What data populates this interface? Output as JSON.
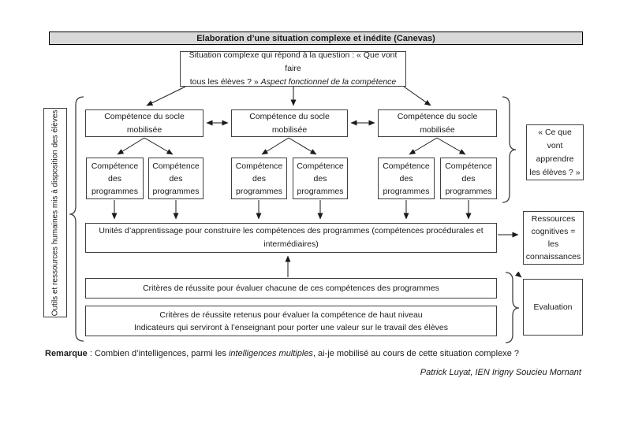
{
  "colors": {
    "title_bg": "#d9d9d9",
    "line": "#3f3f3f",
    "text": "#1a1a1a"
  },
  "title_bar": {
    "label": "Elaboration d’une situation complexe et inédite (Canevas)"
  },
  "situation_box": {
    "line1": "Situation complexe qui répond à la question : « Que vont faire",
    "line2_prefix": "tous les élèves ? » ",
    "line2_italic": "Aspect fonctionnel de la compétence"
  },
  "socle_boxes": [
    {
      "line1": "Compétence du socle",
      "line2": "mobilisée"
    },
    {
      "line1": "Compétence du socle",
      "line2": "mobilisée"
    },
    {
      "line1": "Compétence du socle",
      "line2": "mobilisée"
    }
  ],
  "programme_boxes": [
    {
      "line1": "Compétence",
      "line2": "des",
      "line3": "programmes"
    },
    {
      "line1": "Compétence",
      "line2": "des",
      "line3": "programmes"
    },
    {
      "line1": "Compétence",
      "line2": "des",
      "line3": "programmes"
    },
    {
      "line1": "Compétence",
      "line2": "des",
      "line3": "programmes"
    },
    {
      "line1": "Compétence",
      "line2": "des",
      "line3": "programmes"
    },
    {
      "line1": "Compétence",
      "line2": "des",
      "line3": "programmes"
    }
  ],
  "unites_box": {
    "line1": "Unités d’apprentissage pour construire les compétences des programmes (compétences procédurales et",
    "line2": "intermédiaires)"
  },
  "criteres_box_1": {
    "text": "Critères de réussite pour évaluer chacune de ces compétences des programmes"
  },
  "criteres_box_2": {
    "line1": "Critères de réussite retenus pour évaluer la compétence de haut niveau",
    "line2": "Indicateurs qui serviront à l’enseignant pour porter une valeur sur le travail des élèves"
  },
  "outils_box": {
    "text": "Outils et ressources humaines mis à disposition des élèves"
  },
  "ce_que_box": {
    "line1": "« Ce que",
    "line2": "vont",
    "line3": "apprendre",
    "line4": "les élèves ? »"
  },
  "ressources_box": {
    "line1": "Ressources",
    "line2": "cognitives =",
    "line3": "les",
    "line4": "connaissances"
  },
  "evaluation_box": {
    "label": "Evaluation"
  },
  "remarque": {
    "label": "Remarque",
    "text_before_italic": " : Combien d’intelligences, parmi les ",
    "italic": "intelligences multiples",
    "text_after_italic": ", ai-je mobilisé au cours de cette situation complexe ?"
  },
  "signature": {
    "text": "Patrick Luyat, IEN Irigny Soucieu Mornant"
  }
}
